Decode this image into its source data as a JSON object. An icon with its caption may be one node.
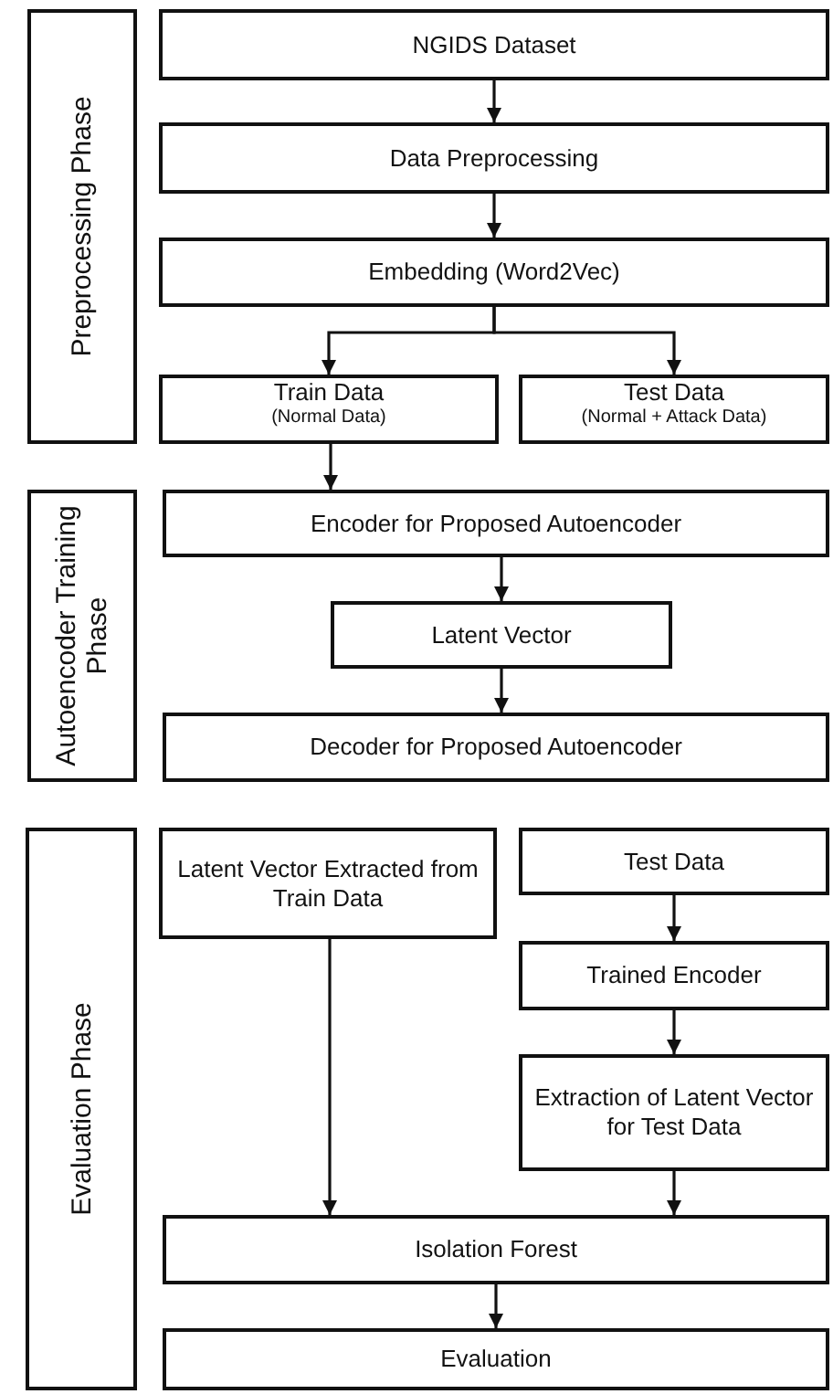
{
  "diagram": {
    "nodes": [
      {
        "text": [
          "Preprocessing Phase"
        ]
      },
      {
        "text": [
          "NGIDS Dataset"
        ]
      },
      {
        "text": [
          "Data Preprocessing"
        ]
      },
      {
        "text": [
          "Embedding (Word2Vec)"
        ]
      },
      {
        "text": [
          "Train Data",
          "(Normal Data)"
        ]
      },
      {
        "text": [
          "Test Data",
          "(Normal + Attack Data)"
        ]
      },
      {
        "text": [
          "Autoencoder Training Phase"
        ]
      },
      {
        "text": [
          "Encoder for Proposed Autoencoder"
        ]
      },
      {
        "text": [
          "Latent Vector"
        ]
      },
      {
        "text": [
          "Decoder for Proposed Autoencoder"
        ]
      },
      {
        "text": [
          "Evaluation Phase"
        ]
      },
      {
        "text": [
          "Latent Vector Extracted from Train Data"
        ]
      },
      {
        "text": [
          "Test Data"
        ]
      },
      {
        "text": [
          "Trained Encoder"
        ]
      },
      {
        "text": [
          "Extraction of Latent Vector for Test Data"
        ]
      },
      {
        "text": [
          "Isolation Forest"
        ]
      },
      {
        "text": [
          "Evaluation"
        ]
      }
    ],
    "edges": [
      {
        "from": 1,
        "to": 2,
        "arrow": "to"
      },
      {
        "from": 2,
        "to": 3,
        "arrow": "to"
      },
      {
        "from": 3,
        "to": 4,
        "arrow": "to"
      },
      {
        "from": 3,
        "to": 5,
        "arrow": "to"
      },
      {
        "from": 4,
        "to": 7,
        "arrow": "to"
      },
      {
        "from": 7,
        "to": 8,
        "arrow": "to"
      },
      {
        "from": 8,
        "to": 9,
        "arrow": "to"
      },
      {
        "from": 12,
        "to": 13,
        "arrow": "to"
      },
      {
        "from": 13,
        "to": 14,
        "arrow": "to"
      },
      {
        "from": 11,
        "to": 15,
        "arrow": "to"
      },
      {
        "from": 14,
        "to": 15,
        "arrow": "to"
      },
      {
        "from": 15,
        "to": 16,
        "arrow": "to"
      }
    ]
  }
}
